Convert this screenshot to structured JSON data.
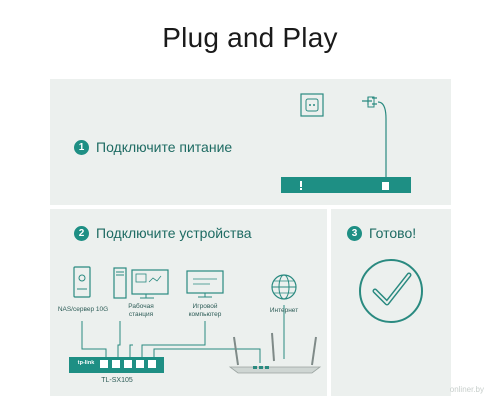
{
  "title": "Plug and Play",
  "steps": {
    "power": {
      "num": "1",
      "label": "Подключите питание"
    },
    "devices": {
      "num": "2",
      "label": "Подключите устройства"
    },
    "done": {
      "num": "3",
      "label": "Готово!"
    }
  },
  "devices": {
    "nas": "NAS/сервер 10G",
    "workstation": "Рабочая\nстанция",
    "gaming_pc": "Игровой\nкомпьютер",
    "internet": "Интернет"
  },
  "switch_model": "TL-SX105",
  "switch_brand": "tp-link",
  "strip_left_mark": "!",
  "watermark": "onliner.by",
  "colors": {
    "accent": "#1e8f84",
    "panel": "#ecf0ee",
    "line": "#2a8a80"
  }
}
